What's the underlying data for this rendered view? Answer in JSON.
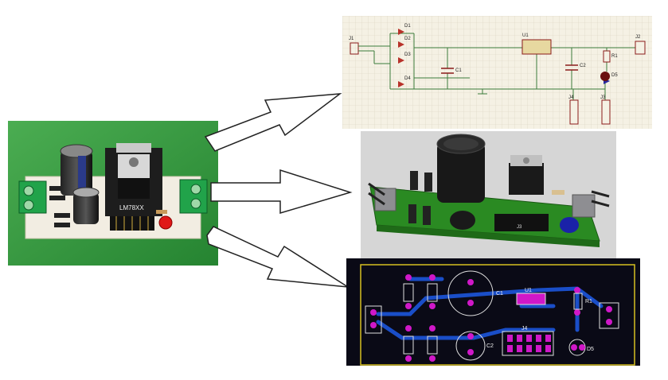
{
  "photo": {
    "chip_label": "LM78XX"
  },
  "schematic": {
    "refs": {
      "j1": "J1",
      "j2": "J2",
      "j3": "J3",
      "j4": "J4",
      "d1": "D1",
      "d2": "D2",
      "d3": "D3",
      "d4": "D4",
      "d5": "D5",
      "c1": "C1",
      "c2": "C2",
      "u1": "U1",
      "r1": "R1"
    }
  },
  "pcb3d": {
    "header_label": "J3"
  },
  "layout": {
    "refs": {
      "c1": "C1",
      "c2": "C2",
      "r1": "R1",
      "j4": "J4",
      "u1": "U1",
      "d5": "D5"
    }
  }
}
